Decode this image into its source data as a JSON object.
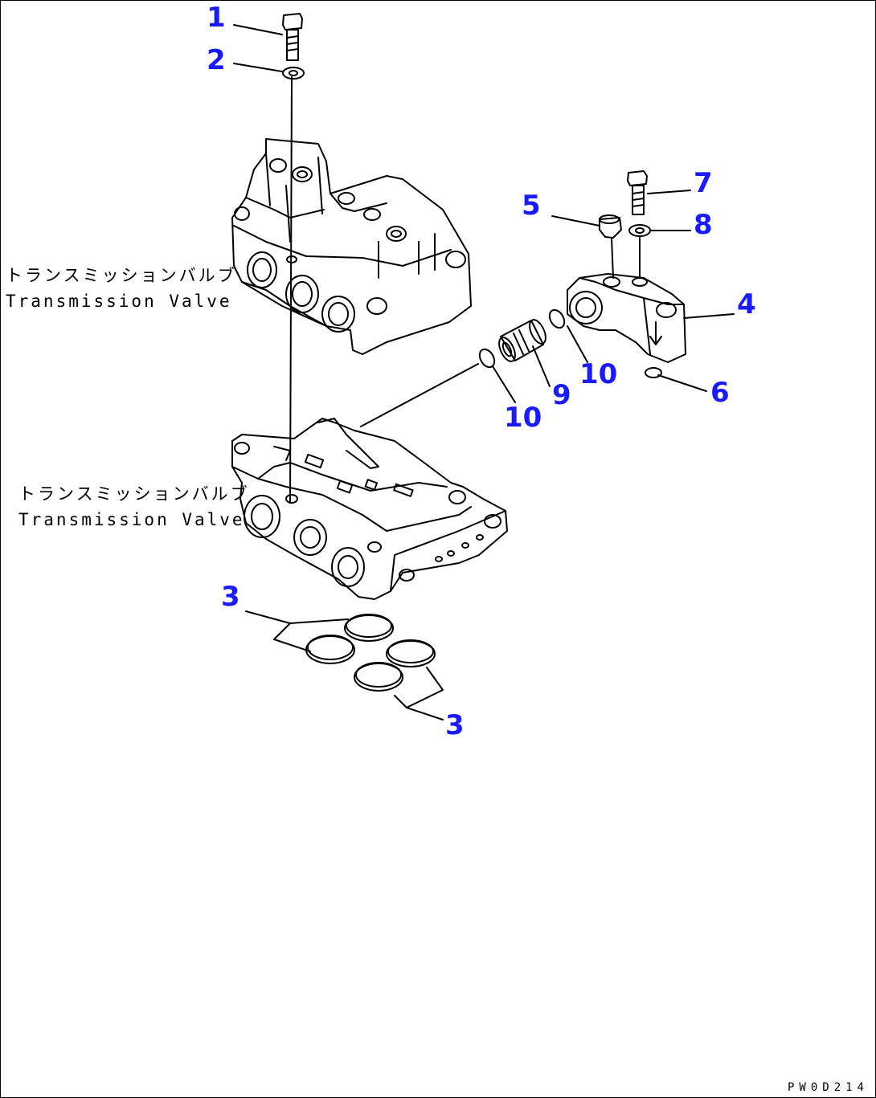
{
  "labels": {
    "upper_valve_jp": "トランスミッションバルブ",
    "upper_valve_en": "Transmission Valve",
    "lower_valve_jp": "トランスミッションバルブ",
    "lower_valve_en": "Transmission Valve"
  },
  "callouts": [
    {
      "id": "1",
      "text": "1"
    },
    {
      "id": "2",
      "text": "2"
    },
    {
      "id": "3a",
      "text": "3"
    },
    {
      "id": "3b",
      "text": "3"
    },
    {
      "id": "4",
      "text": "4"
    },
    {
      "id": "5",
      "text": "5"
    },
    {
      "id": "6",
      "text": "6"
    },
    {
      "id": "7",
      "text": "7"
    },
    {
      "id": "8",
      "text": "8"
    },
    {
      "id": "9",
      "text": "9"
    },
    {
      "id": "10a",
      "text": "10"
    },
    {
      "id": "10b",
      "text": "10"
    }
  ],
  "document_code": "PW0D214",
  "colors": {
    "callout": "#1a1aff",
    "line": "#000000"
  }
}
